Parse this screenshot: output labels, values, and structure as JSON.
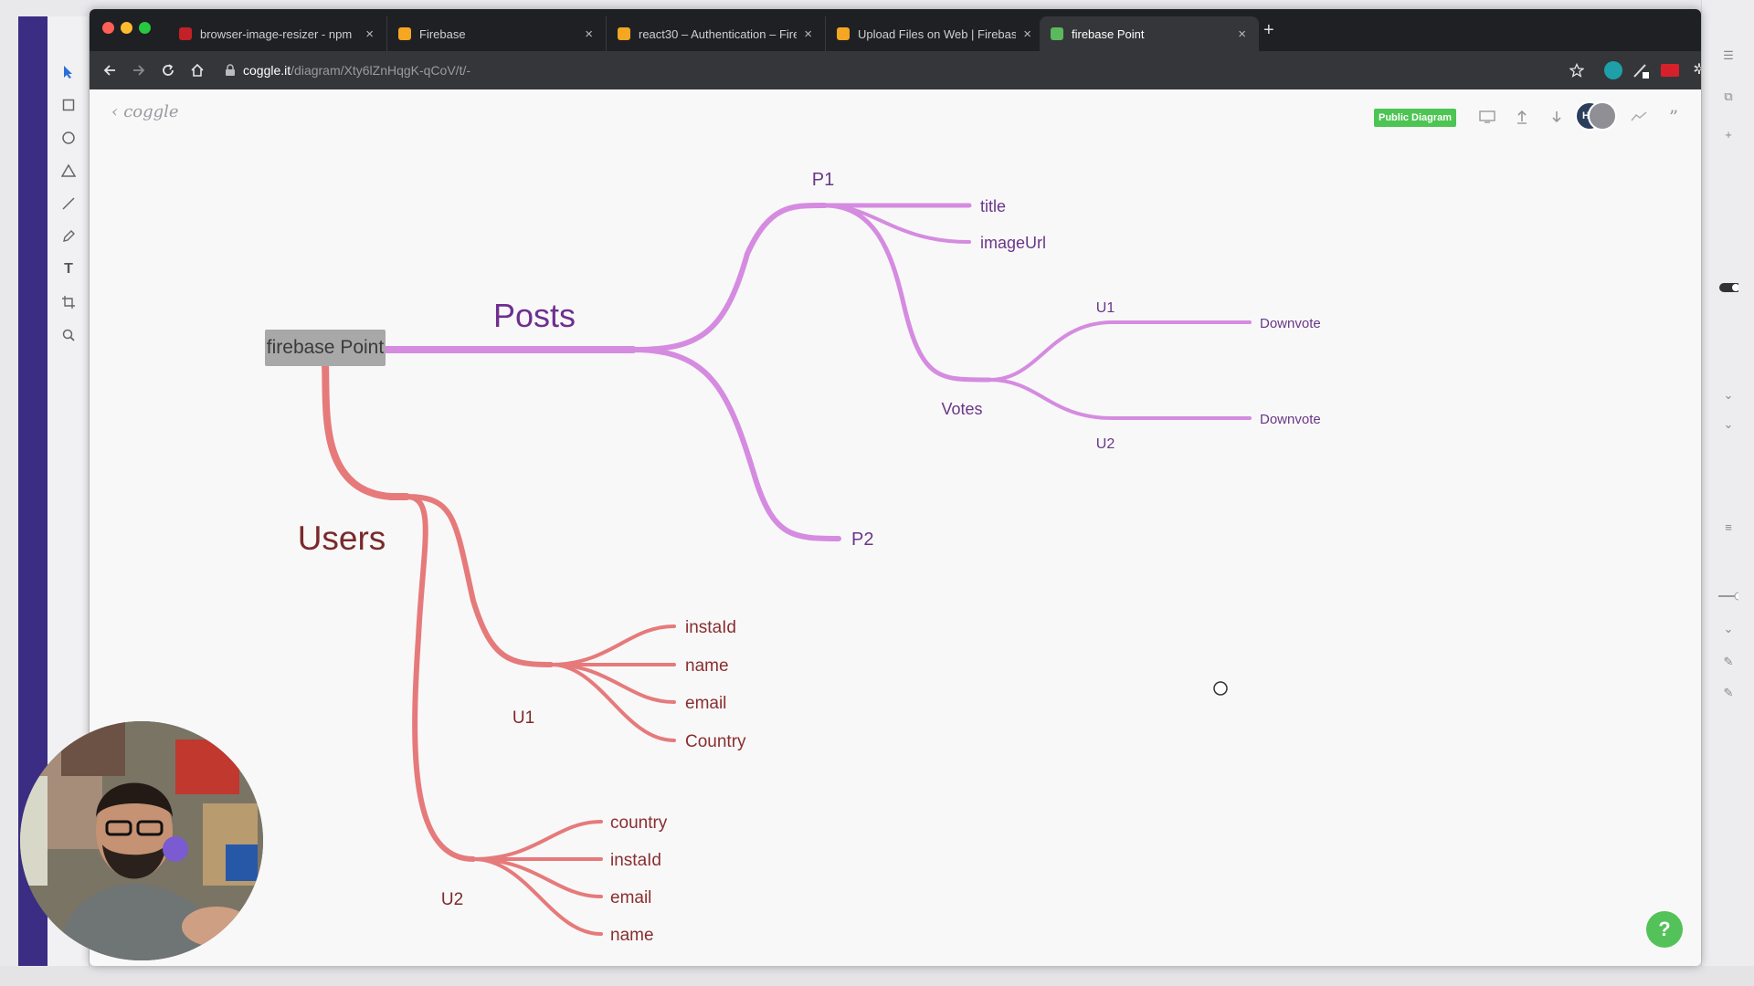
{
  "browser": {
    "tabs": [
      {
        "title": "browser-image-resizer - npm",
        "favicon_color": "#c12127"
      },
      {
        "title": "Firebase",
        "favicon_color": "#f5a623"
      },
      {
        "title": "react30 – Authentication – Fire",
        "favicon_color": "#f5a623"
      },
      {
        "title": "Upload Files on Web | Firebas",
        "favicon_color": "#f5a623"
      },
      {
        "title": "firebase Point",
        "favicon_color": "#5cb85c",
        "active": true
      }
    ],
    "url_host": "coggle.it",
    "url_path": "/diagram/Xty6lZnHqgK-qCoV/t/-"
  },
  "page": {
    "back_label": "coggle",
    "public_badge": "Public Diagram",
    "help_label": "?",
    "avatar_initials": "HC"
  },
  "mindmap": {
    "root": "firebase Point",
    "posts": {
      "label": "Posts",
      "color": "#d58be0",
      "p1": {
        "label": "P1",
        "children": [
          "title",
          "imageUrl"
        ]
      },
      "votes": {
        "label": "Votes",
        "u1": "U1",
        "u2": "U2",
        "u1_child": "Downvote",
        "u2_child": "Downvote"
      },
      "p2": {
        "label": "P2"
      }
    },
    "users": {
      "label": "Users",
      "color": "#e67a7a",
      "u1": {
        "label": "U1",
        "children": [
          "instaId",
          "name",
          "email",
          "Country"
        ]
      },
      "u2": {
        "label": "U2",
        "children": [
          "country",
          "instaId",
          "email",
          "name"
        ]
      }
    }
  }
}
